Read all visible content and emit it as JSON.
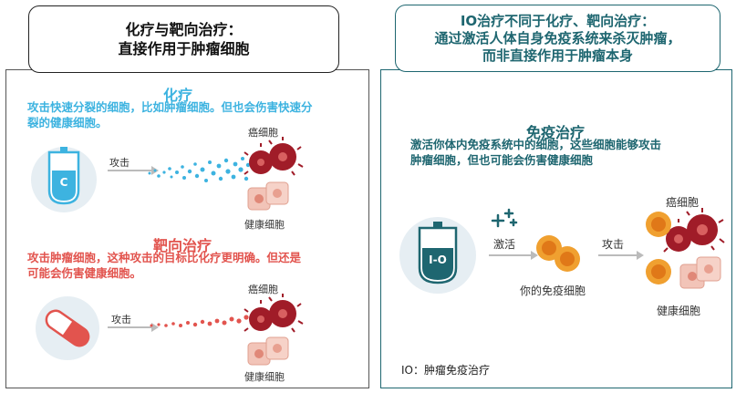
{
  "left_header": {
    "line1": "化疗与靶向治疗：",
    "line2": "直接作用于肿瘤细胞"
  },
  "right_header": {
    "line1": "IO治疗不同于化疗、靶向治疗：",
    "line2": "通过激活人体自身免疫系统来杀灭肿瘤，",
    "line3": "而非直接作用于肿瘤本身"
  },
  "chemo": {
    "title": "化疗",
    "desc_line1": "攻击快速分裂的细胞，比如肿瘤细胞。但也会伤害快速分",
    "desc_line2": "裂的健康细胞。",
    "bag_letter": "C",
    "attack_label": "攻击",
    "cancer_label": "癌细胞",
    "healthy_label": "健康细胞"
  },
  "targeted": {
    "title": "靶向治疗",
    "desc_line1": "攻击肿瘤细胞，这种攻击的目标比化疗更明确。但还是",
    "desc_line2": "可能会伤害健康细胞。",
    "attack_label": "攻击",
    "cancer_label": "癌细胞",
    "healthy_label": "健康细胞"
  },
  "io": {
    "title": "免疫治疗",
    "desc_line1": "激活你体内免疫系统中的细胞，这些细胞能够攻击",
    "desc_line2": "肿瘤细胞，但也可能会伤害健康细胞",
    "bag_label": "I-O",
    "activate_label": "激活",
    "immune_label": "你的免疫细胞",
    "attack_label": "攻击",
    "cancer_label": "癌细胞",
    "healthy_label": "健康细胞",
    "footnote": "IO：肿瘤免疫治疗"
  },
  "colors": {
    "chemo_blue": "#3db3e0",
    "targeted_red": "#e2544e",
    "io_teal": "#1e6670",
    "cancer_red": "#a01c28",
    "healthy_pink": "#f2c4b8",
    "immune_orange": "#f0a030"
  }
}
